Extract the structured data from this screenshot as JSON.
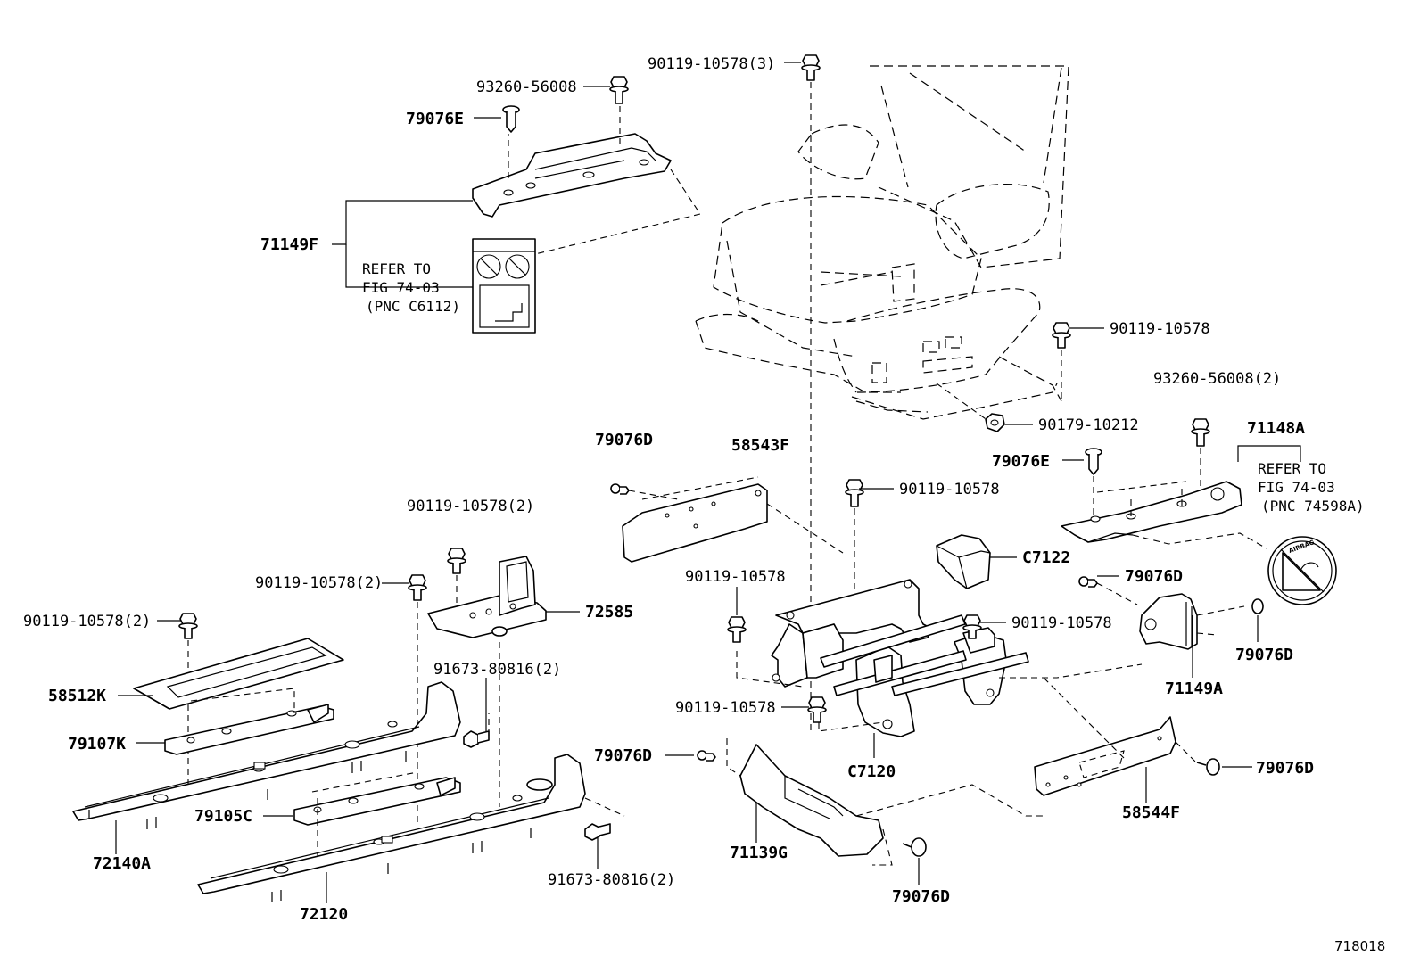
{
  "labels": {
    "l01": "90119-10578(3)",
    "l02": "93260-56008",
    "l03": "79076E",
    "l04": "71149F",
    "l05": "90119-10578",
    "l06": "93260-56008(2)",
    "l07": "90179-10212",
    "l08": "71148A",
    "l09": "79076E",
    "l10": "79076D",
    "l11": "58543F",
    "l12": "90119-10578",
    "l13": "C7122",
    "l14": "90119-10578(2)",
    "l15": "90119-10578(2)",
    "l16": "72585",
    "l17": "90119-10578(2)",
    "l18": "90119-10578",
    "l19": "79076D",
    "l20": "90119-10578",
    "l21": "79076D",
    "l22": "58512K",
    "l23": "91673-80816(2)",
    "l24": "71149A",
    "l25": "79107K",
    "l26": "90119-10578",
    "l27": "79076D",
    "l28": "C7120",
    "l29": "79076D",
    "l30": "79105C",
    "l31": "58544F",
    "l32": "72140A",
    "l33": "71139G",
    "l34": "91673-80816(2)",
    "l35": "79076D",
    "l36": "72120"
  },
  "notes": {
    "refer_a": [
      "REFER TO",
      "FIG 74-03",
      "(PNC C6112)"
    ],
    "refer_b": [
      "REFER TO",
      "FIG 74-03",
      "(PNC 74598A)"
    ]
  },
  "airbag_text": "AIRBAG",
  "figure_number": "718018"
}
